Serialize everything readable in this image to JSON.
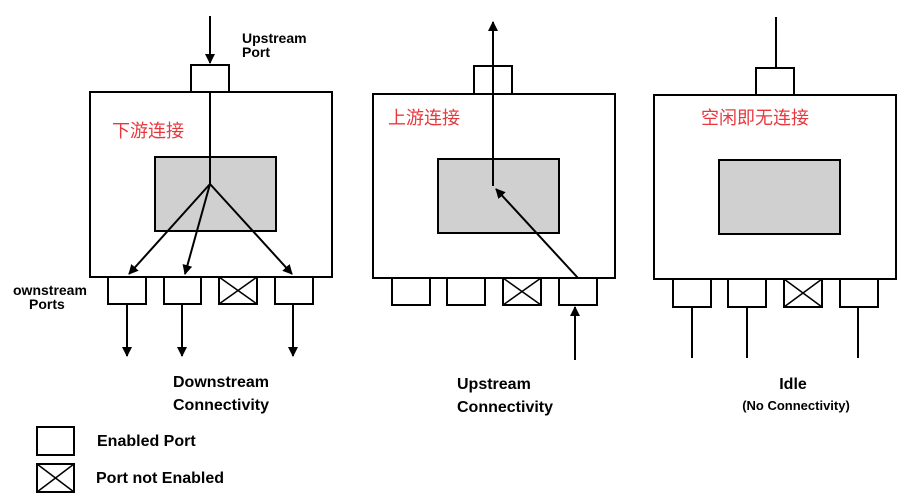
{
  "colors": {
    "accent_red": "#e8383d",
    "core_gray": "#d0d0d0",
    "stroke": "#000000"
  },
  "diagrams": [
    {
      "name": "downstream",
      "cn_title": "下游连接",
      "upstream_port_label_line1": "Upstream",
      "upstream_port_label_line2": "Port",
      "downstream_ports_label_line1": "ownstream",
      "downstream_ports_label_line2": "Ports",
      "caption_line1": "Downstream",
      "caption_line2": "Connectivity"
    },
    {
      "name": "upstream",
      "cn_title": "上游连接",
      "caption_line1": "Upstream",
      "caption_line2": "Connectivity"
    },
    {
      "name": "idle",
      "cn_title": "空闲即无连接",
      "caption_line1": "Idle",
      "caption_line2": "(No Connectivity)"
    }
  ],
  "legend": {
    "enabled": "Enabled Port",
    "not_enabled": "Port not Enabled"
  }
}
